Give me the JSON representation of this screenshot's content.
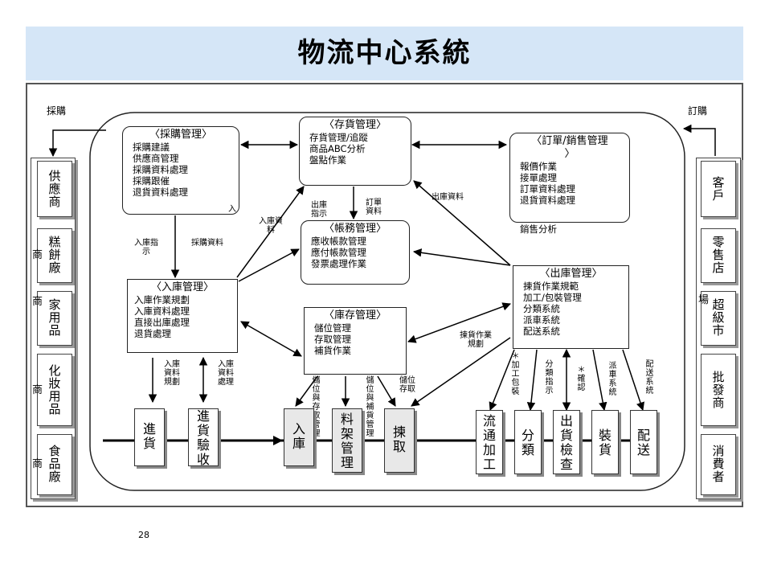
{
  "title": "物流中心系統",
  "page_number": "28",
  "top_labels": {
    "procurement": "採購",
    "ordering": "訂購"
  },
  "suppliers": {
    "header": "供應商",
    "items": [
      "糕餅廠",
      "家用品",
      "化妝用品",
      "食品廠"
    ],
    "suffix": "商"
  },
  "customers": {
    "header": "客戶",
    "items": [
      "零售店",
      "超級市",
      "批發商",
      "消費者"
    ],
    "side_label": "場"
  },
  "modules": {
    "purchasing": {
      "title": "〈採購管理〉",
      "lines": [
        "採購建議",
        "供應商管理",
        "採購資料處理",
        "採購跟催",
        "退貨資料處理"
      ],
      "tail": "入"
    },
    "inventory": {
      "title": "〈存貨管理〉",
      "lines": [
        "存貨管理/追蹤",
        "商品ABC分析",
        "盤點作業"
      ]
    },
    "order_sales": {
      "title": "〈訂單/銷售管理",
      "title2": "〉",
      "lines": [
        "報價作業",
        "接單處理",
        "訂單資料處理",
        "退貨資料處理",
        "銷售分析"
      ]
    },
    "accounting": {
      "title": "〈帳務管理〉",
      "lines": [
        "應收帳款管理",
        "應付帳款管理",
        "發票處理作業"
      ]
    },
    "inbound": {
      "title": "〈入庫管理〉",
      "lines": [
        "入庫作業規劃",
        "入庫資料處理",
        "直接出庫處理",
        "退貨處理"
      ]
    },
    "warehouse": {
      "title": "〈庫存管理〉",
      "lines": [
        "儲位管理",
        "存取管理",
        "補貨作業"
      ]
    },
    "outbound": {
      "title": "〈出庫管理〉",
      "lines": [
        "揀貨作業規範",
        "加工/包裝管理",
        "分類系統",
        "派車系統",
        "配送系統"
      ]
    }
  },
  "flow_labels": {
    "inbound_instruction": "入庫指示",
    "purchase_data": "採購資料",
    "inbound_data": "入庫資料",
    "outbound_instruction": "出庫指示",
    "order_data": "訂單資料",
    "outbound_data": "出庫資料",
    "inbound_plan": "入庫資料規劃",
    "inbound_process": "入庫資料處理",
    "storage_access": "儲位與存取管理",
    "storage_replenish": "儲位與補貨管理",
    "storage_pick": "儲位存取",
    "pick_plan": "揀貨作業規劃",
    "process_pack": "＊加工包裝",
    "sort_instruction": "分類指示",
    "confirm": "＊確認",
    "dispatch_system": "派車系統",
    "delivery_system": "配送系統"
  },
  "steps": [
    "進貨",
    "進貨驗收",
    "入庫",
    "料架管理",
    "揀取",
    "流通加工",
    "分類",
    "出貨檢查",
    "裝貨",
    "配送"
  ]
}
